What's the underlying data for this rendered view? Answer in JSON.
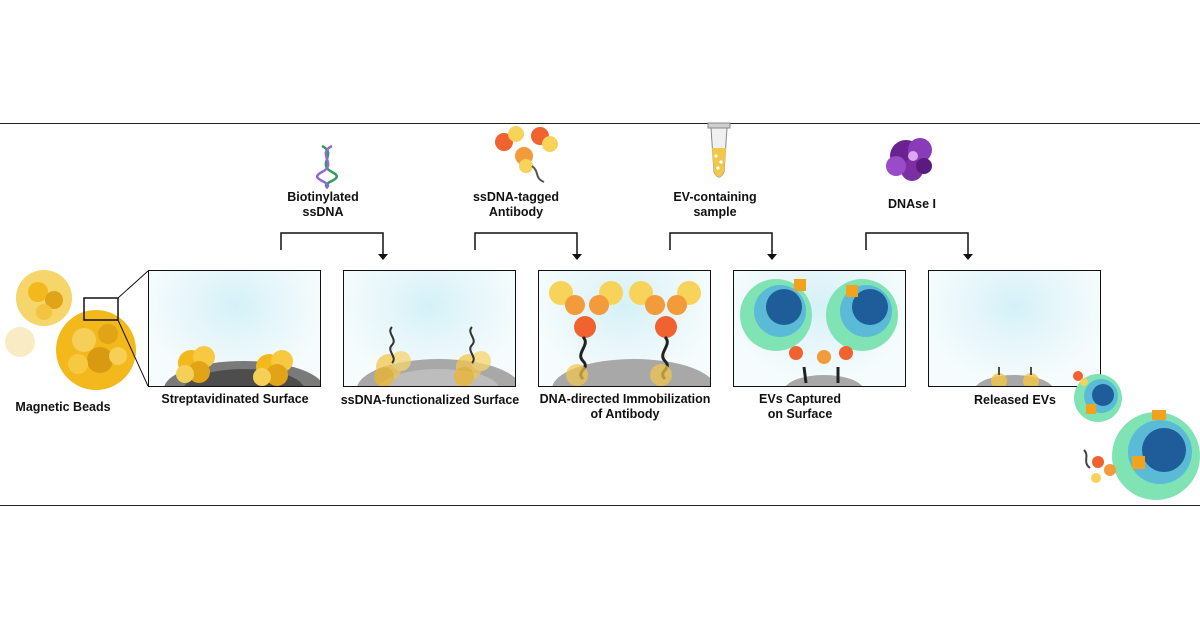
{
  "reagents": [
    {
      "line1": "Biotinylated",
      "line2": "ssDNA"
    },
    {
      "line1": "ssDNA-tagged",
      "line2": "Antibody"
    },
    {
      "line1": "EV-containing",
      "line2": "sample"
    },
    {
      "line1": "DNAse I",
      "line2": ""
    }
  ],
  "stages": [
    {
      "line1": "Streptavidinated Surface",
      "line2": ""
    },
    {
      "line1": "ssDNA-functionalized Surface",
      "line2": ""
    },
    {
      "line1": "DNA-directed Immobilization",
      "line2": "of Antibody"
    },
    {
      "line1": "EVs Captured",
      "line2": "on Surface"
    },
    {
      "line1": "Released EVs",
      "line2": ""
    }
  ],
  "beads_label": "Magnetic Beads",
  "colors": {
    "streptavidin": "#f2b81c",
    "antibody_fc": "#f0622f",
    "antibody_fab": "#f7d35a",
    "ev_shell": "#7fe3b4",
    "ev_core": "#1e5c9a",
    "dnase": "#7b2fa3",
    "panel_bg": "#d4f1f7"
  }
}
